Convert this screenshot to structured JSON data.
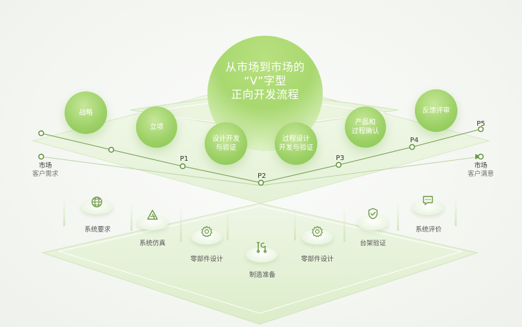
{
  "center_title": {
    "line1": "从市场到市场的",
    "line2": "“V”字型",
    "line3": "正向开发流程"
  },
  "stages": [
    {
      "label": "战略"
    },
    {
      "label": "立项"
    },
    {
      "label": "设计开发\n与验证"
    },
    {
      "label": "过程设计\n开发与验证"
    },
    {
      "label": "产品和\n过程确认"
    },
    {
      "label": "反馈评审"
    }
  ],
  "phases": [
    "P1",
    "P2",
    "P3",
    "P4",
    "P5"
  ],
  "start": {
    "title": "市场",
    "sub": "客户需求"
  },
  "end": {
    "title": "市场",
    "sub": "客户满意"
  },
  "tools": [
    {
      "label": "系统要求",
      "icon": "globe-icon"
    },
    {
      "label": "系统仿真",
      "icon": "triangle-tool-icon"
    },
    {
      "label": "零部件设计",
      "icon": "gear-icon"
    },
    {
      "label": "制造准备",
      "icon": "wrench-screwdriver-icon"
    },
    {
      "label": "零部件设计",
      "icon": "gear-icon"
    },
    {
      "label": "台架验证",
      "icon": "shield-check-icon"
    },
    {
      "label": "系统评价",
      "icon": "chat-icon"
    }
  ],
  "colors": {
    "accent": "#8cc653",
    "line": "#5f8f3a"
  }
}
